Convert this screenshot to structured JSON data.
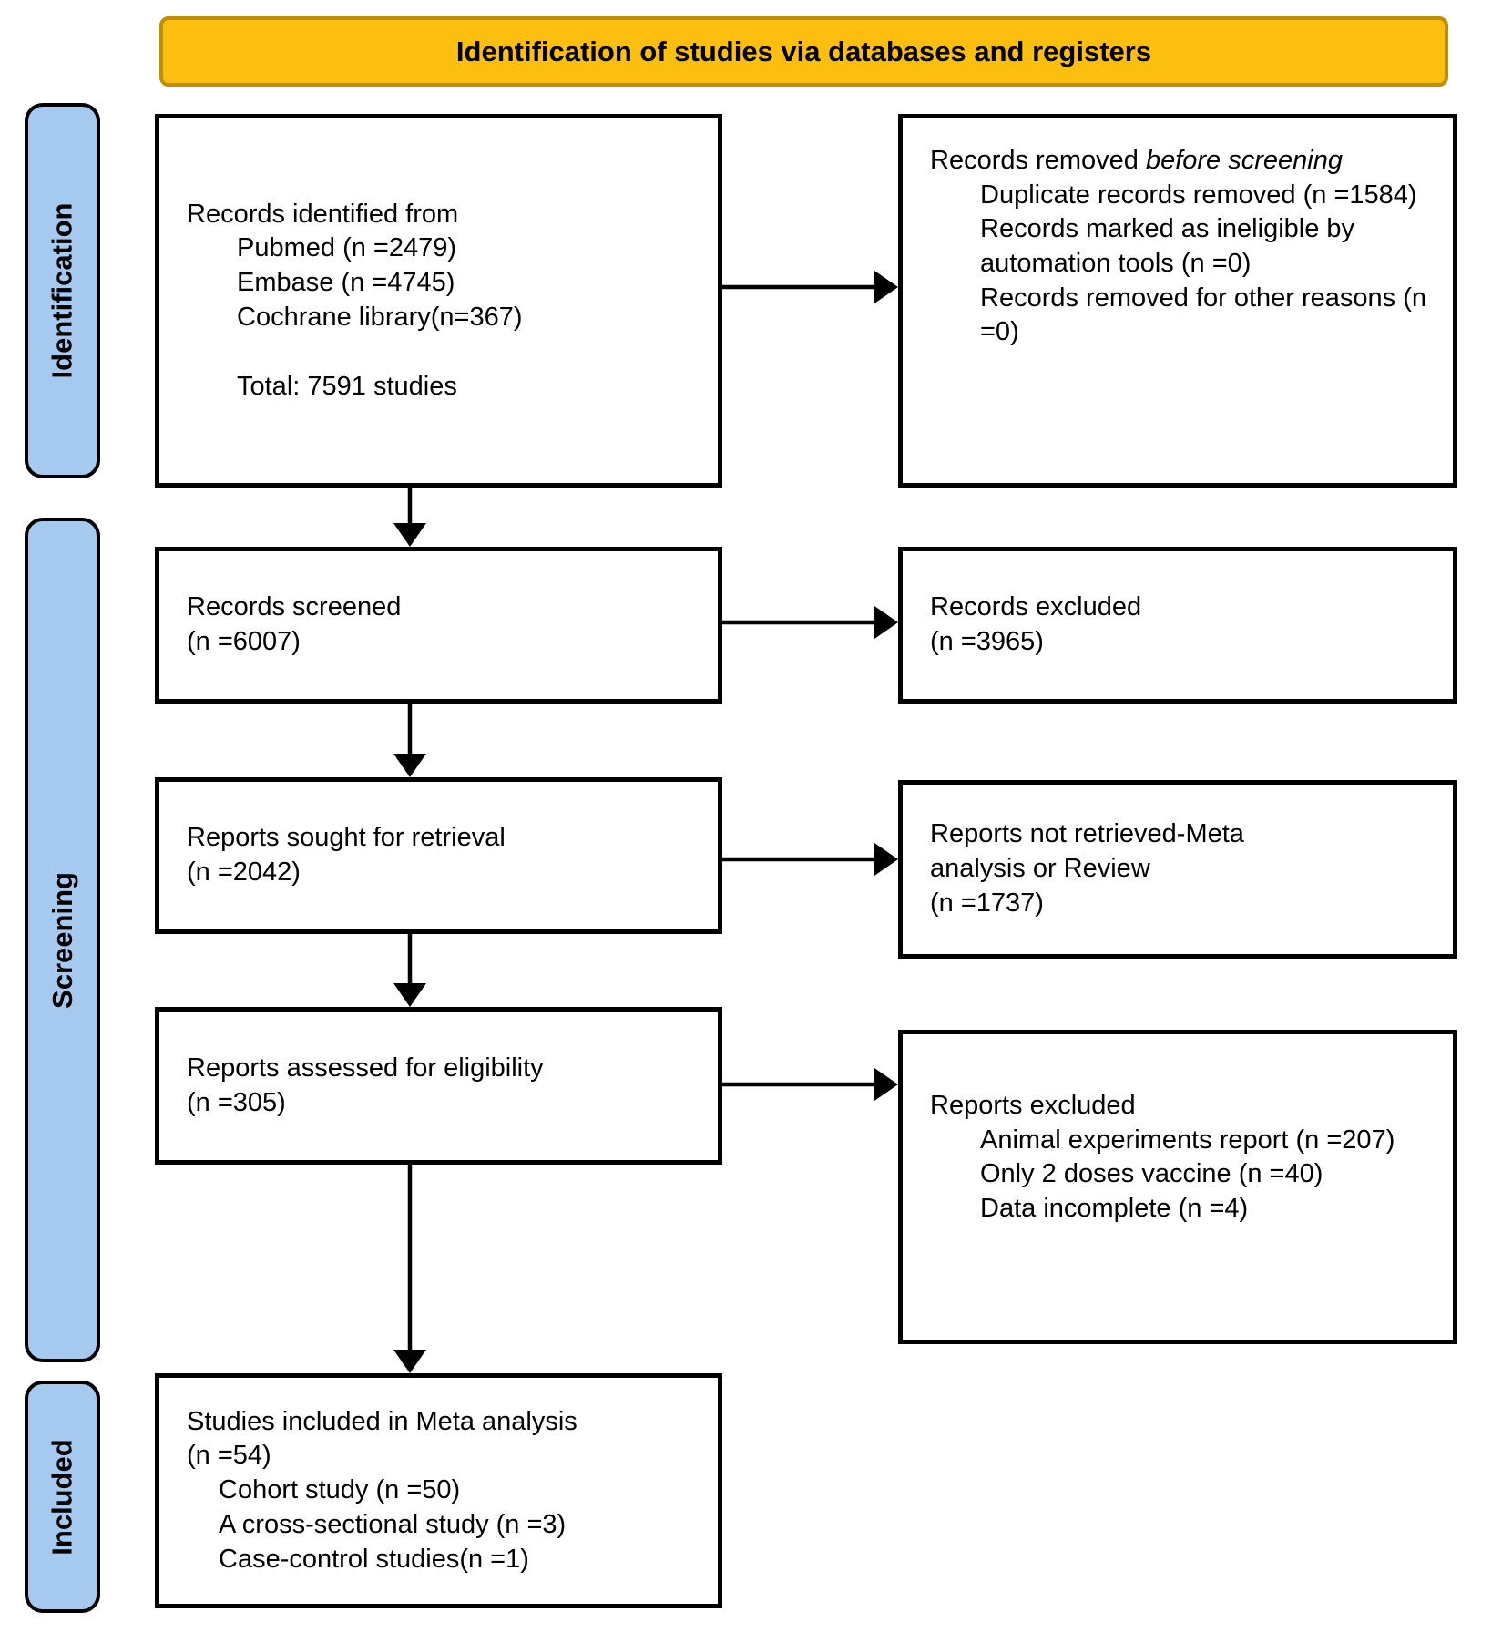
{
  "banner": {
    "title": "Identification of studies via databases and registers"
  },
  "sidebar": {
    "stages": [
      {
        "label": "Identification"
      },
      {
        "label": "Screening"
      },
      {
        "label": "Included"
      }
    ]
  },
  "flow": {
    "identified": {
      "title": "Records identified from",
      "items": [
        "Pubmed (n =2479)",
        "Embase (n =4745)",
        "Cochrane library(n=367)"
      ],
      "total": "Total: 7591 studies"
    },
    "removed_before_screening": {
      "title_prefix": "Records removed ",
      "title_italic": "before screening",
      "items": [
        "Duplicate records removed (n =1584)",
        "Records marked as ineligible by automation tools (n =0)",
        "Records removed for other reasons (n =0)"
      ]
    },
    "screened": {
      "title": "Records screened",
      "count": "(n =6007)"
    },
    "records_excluded": {
      "title": "Records excluded",
      "count": "(n =3965)"
    },
    "sought": {
      "title": "Reports sought for retrieval",
      "count": "(n =2042)"
    },
    "not_retrieved": {
      "line1": "Reports not retrieved-Meta",
      "line2": "analysis or Review",
      "count": "(n =1737)"
    },
    "assessed": {
      "title": "Reports assessed for eligibility",
      "count": "(n =305)"
    },
    "reports_excluded": {
      "title": "Reports excluded",
      "items": [
        "Animal experiments report (n =207)",
        "Only 2 doses vaccine (n =40)",
        "Data incomplete (n =4)"
      ]
    },
    "included": {
      "title": "Studies included in Meta analysis",
      "count": "(n =54)",
      "items": [
        "Cohort study (n =50)",
        "A cross-sectional study (n =3)",
        "Case-control studies(n =1)"
      ]
    }
  },
  "colors": {
    "banner_fill": "#FCBF10",
    "banner_border": "#BE9000",
    "stage_fill": "#A6C9EF"
  }
}
